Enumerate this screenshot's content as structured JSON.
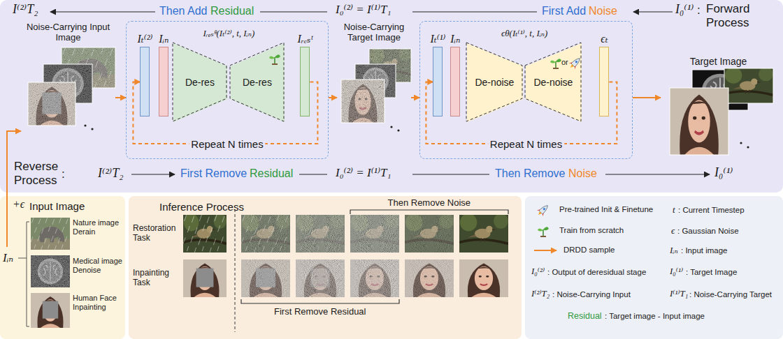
{
  "diagram": {
    "nodes": [
      {
        "text": [
          "Forward Process",
          "Reverse Process"
        ]
      },
      {
        "text": [
          "Noise-Carrying Input Image"
        ],
        "in": 0
      },
      {
        "text": [
          "Repeat N times"
        ],
        "in": 0
      },
      {
        "text": [
          "Noise-Carrying Target Image"
        ],
        "in": 0
      },
      {
        "text": [
          "Repeat N times"
        ],
        "in": 0
      },
      {
        "text": [
          "Target Image"
        ],
        "in": 0
      },
      {
        "text": [
          "Iₜ⁽²⁾"
        ],
        "in": 2
      },
      {
        "text": [
          "Iᵢₙ"
        ],
        "in": 2
      },
      {
        "text": [
          "De-res"
        ],
        "in": 2
      },
      {
        "text": [
          "De-res"
        ],
        "in": 2
      },
      {
        "text": [
          "Iᵣₑₛᵗ"
        ],
        "in": 2
      },
      {
        "text": [
          "Iₜ⁽¹⁾"
        ],
        "in": 4
      },
      {
        "text": [
          "Iᵢₙ"
        ],
        "in": 4
      },
      {
        "text": [
          "De-noise"
        ],
        "in": 4
      },
      {
        "text": [
          "De-noise"
        ],
        "in": 4
      },
      {
        "text": [
          "ϵₜ"
        ],
        "in": 4
      },
      {
        "text": [
          "Input Image"
        ]
      },
      {
        "text": [
          "Inference Process"
        ]
      }
    ],
    "edges": [
      {
        "from": 1,
        "to": 2,
        "arrow": "to"
      },
      {
        "from": 2,
        "to": 3,
        "arrow": "to"
      },
      {
        "from": 3,
        "to": 4,
        "arrow": "to"
      },
      {
        "from": 4,
        "to": 5,
        "arrow": "to"
      },
      {
        "from": 10,
        "to": 6,
        "arrow": "to"
      },
      {
        "from": 15,
        "to": 11,
        "arrow": "to"
      },
      {
        "from": 16,
        "to": 1,
        "label": "+ϵ",
        "arrow": "to"
      }
    ],
    "labels": [
      "I⁽²⁾T₂",
      "Then Add",
      "Residual",
      "I₀⁽²⁾ = I⁽¹⁾T₁",
      "First Add",
      "Noise",
      "I₀⁽¹⁾",
      ":",
      "Iᵣₑₛᶿ(Iₜ⁽²⁾, t, Iᵢₙ)",
      "ϵθ(Iₜ⁽¹⁾, t, Iᵢₙ)",
      "or",
      ":",
      "I⁽²⁾T₂",
      "First Remove",
      "Residual",
      "I₀⁽²⁾ = I⁽¹⁾T₁",
      "Then Remove",
      "Noise",
      "I₀⁽¹⁾",
      "Iᵢₙ",
      "Nature image Derain",
      "Medical image Denoise",
      "Human Face Inpainting",
      "Restoration Task",
      "Inpainting Task",
      "Then Remove Noise",
      "First Remove Residual",
      "t",
      ": Current Timestep",
      "ϵ",
      ": Gaussian Noise",
      "Iᵢₙ",
      ": Input image",
      "I₀⁽²⁾",
      ": Output of deresidual stage",
      "I₀⁽¹⁾",
      ": Target Image",
      "I⁽²⁾T₂",
      ": Noise-Carrying Input",
      "I⁽¹⁾T₁",
      ": Noise-Carrying Target",
      "Residual",
      ": Target image - Input image"
    ],
    "legend": [
      {
        "text": "Pre-trained Init & Finetune"
      },
      {
        "text": "Train from scratch"
      },
      {
        "text": "DRDD sample"
      }
    ]
  }
}
